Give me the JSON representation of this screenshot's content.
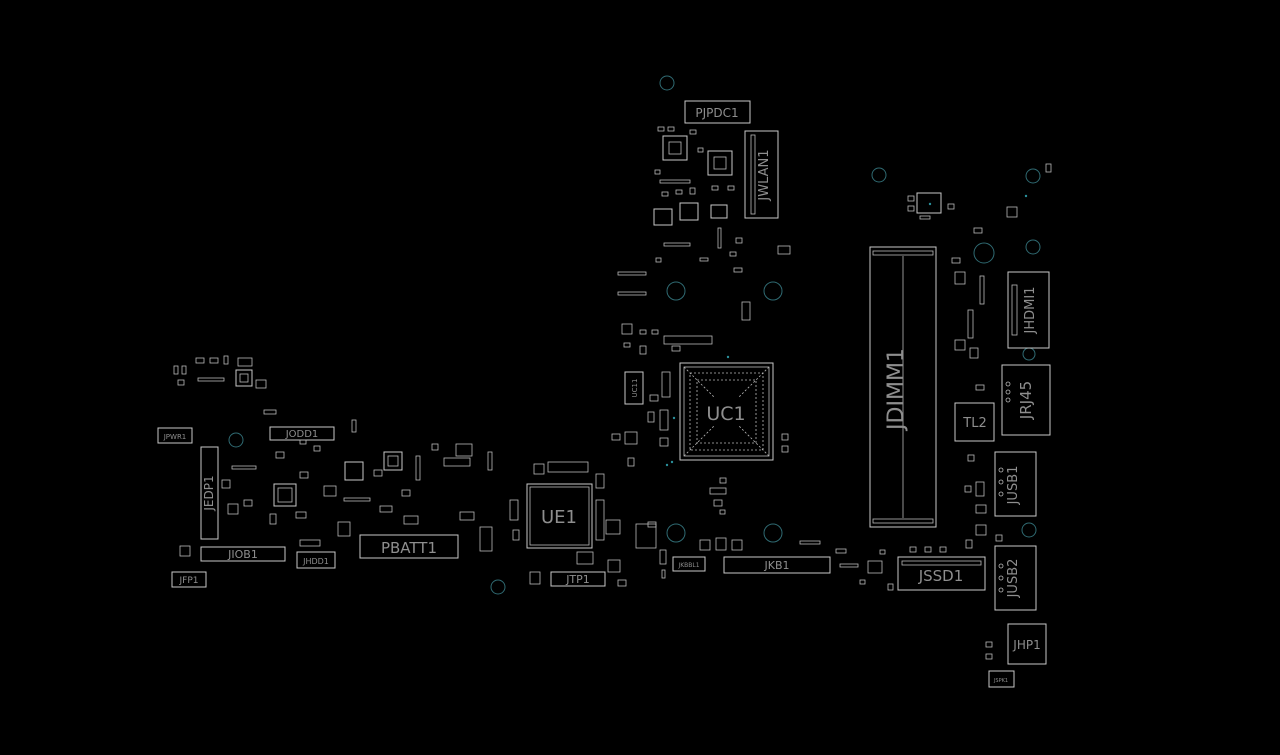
{
  "board": {
    "background": "#000000",
    "outline_color": "#c8c8c8",
    "label_color": "#8e8e8e",
    "mount_hole_color": "#2f6a72",
    "components": {
      "pjpdc1": "PJPDC1",
      "jwlan1": "JWLAN1",
      "jdimm1": "JDIMM1",
      "jhdmi1": "JHDMI1",
      "jrj45": "JRJ45",
      "tl2": "TL2",
      "jusb1": "JUSB1",
      "jusb2": "JUSB2",
      "jssd1": "JSSD1",
      "jhp1": "JHP1",
      "jspk1": "JSPK1",
      "uc1": "UC1",
      "uc11": "UC11",
      "ue1": "UE1",
      "jkb1": "JKB1",
      "jkbbl1": "JKBBL1",
      "jtp1": "JTP1",
      "pbatt1": "PBATT1",
      "jodd1": "JODD1",
      "jpwr1": "JPWR1",
      "jedp1": "JEDP1",
      "jiob1": "JIOB1",
      "jhdd1": "JHDD1",
      "jfp1": "JFP1"
    }
  }
}
